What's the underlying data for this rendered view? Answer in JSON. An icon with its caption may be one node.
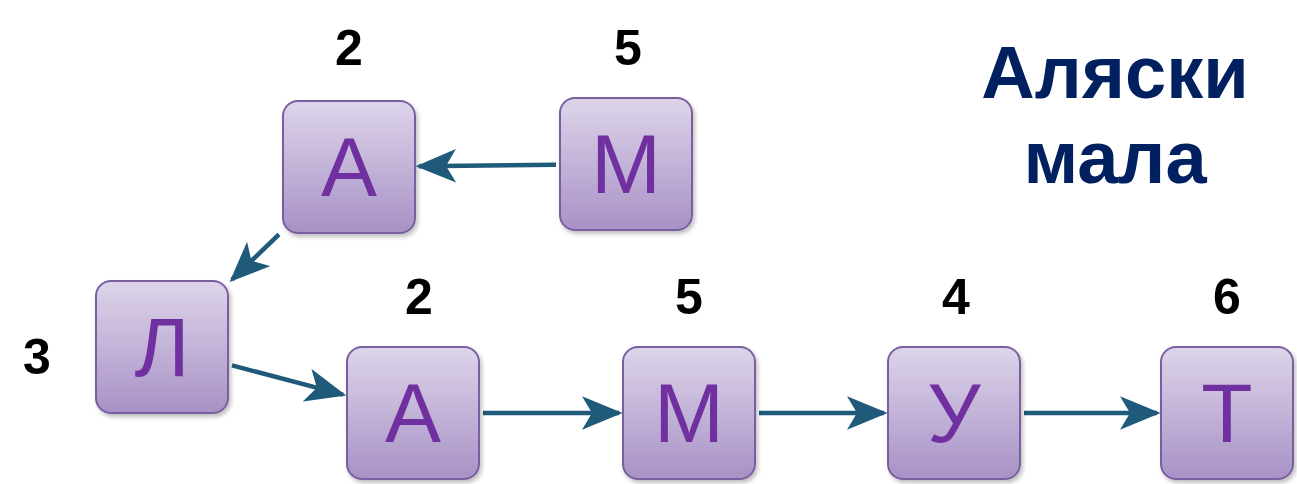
{
  "diagram": {
    "title": "Аляски мала",
    "nodes": [
      {
        "text": [
          "А"
        ],
        "beside": [
          "2"
        ]
      },
      {
        "text": [
          "М"
        ],
        "beside": [
          "5"
        ]
      },
      {
        "text": [
          "Л"
        ],
        "beside": [
          "3"
        ]
      },
      {
        "text": [
          "А"
        ],
        "beside": [
          "2"
        ]
      },
      {
        "text": [
          "М"
        ],
        "beside": [
          "5"
        ]
      },
      {
        "text": [
          "У"
        ],
        "beside": [
          "4"
        ]
      },
      {
        "text": [
          "Т"
        ],
        "beside": [
          "6"
        ]
      }
    ],
    "edges": [
      {
        "from": 1,
        "to": 0,
        "arrow": "to"
      },
      {
        "from": 0,
        "to": 2,
        "arrow": "to"
      },
      {
        "from": 2,
        "to": 3,
        "arrow": "to"
      },
      {
        "from": 3,
        "to": 4,
        "arrow": "to"
      },
      {
        "from": 4,
        "to": 5,
        "arrow": "to"
      },
      {
        "from": 5,
        "to": 6,
        "arrow": "to"
      }
    ]
  }
}
